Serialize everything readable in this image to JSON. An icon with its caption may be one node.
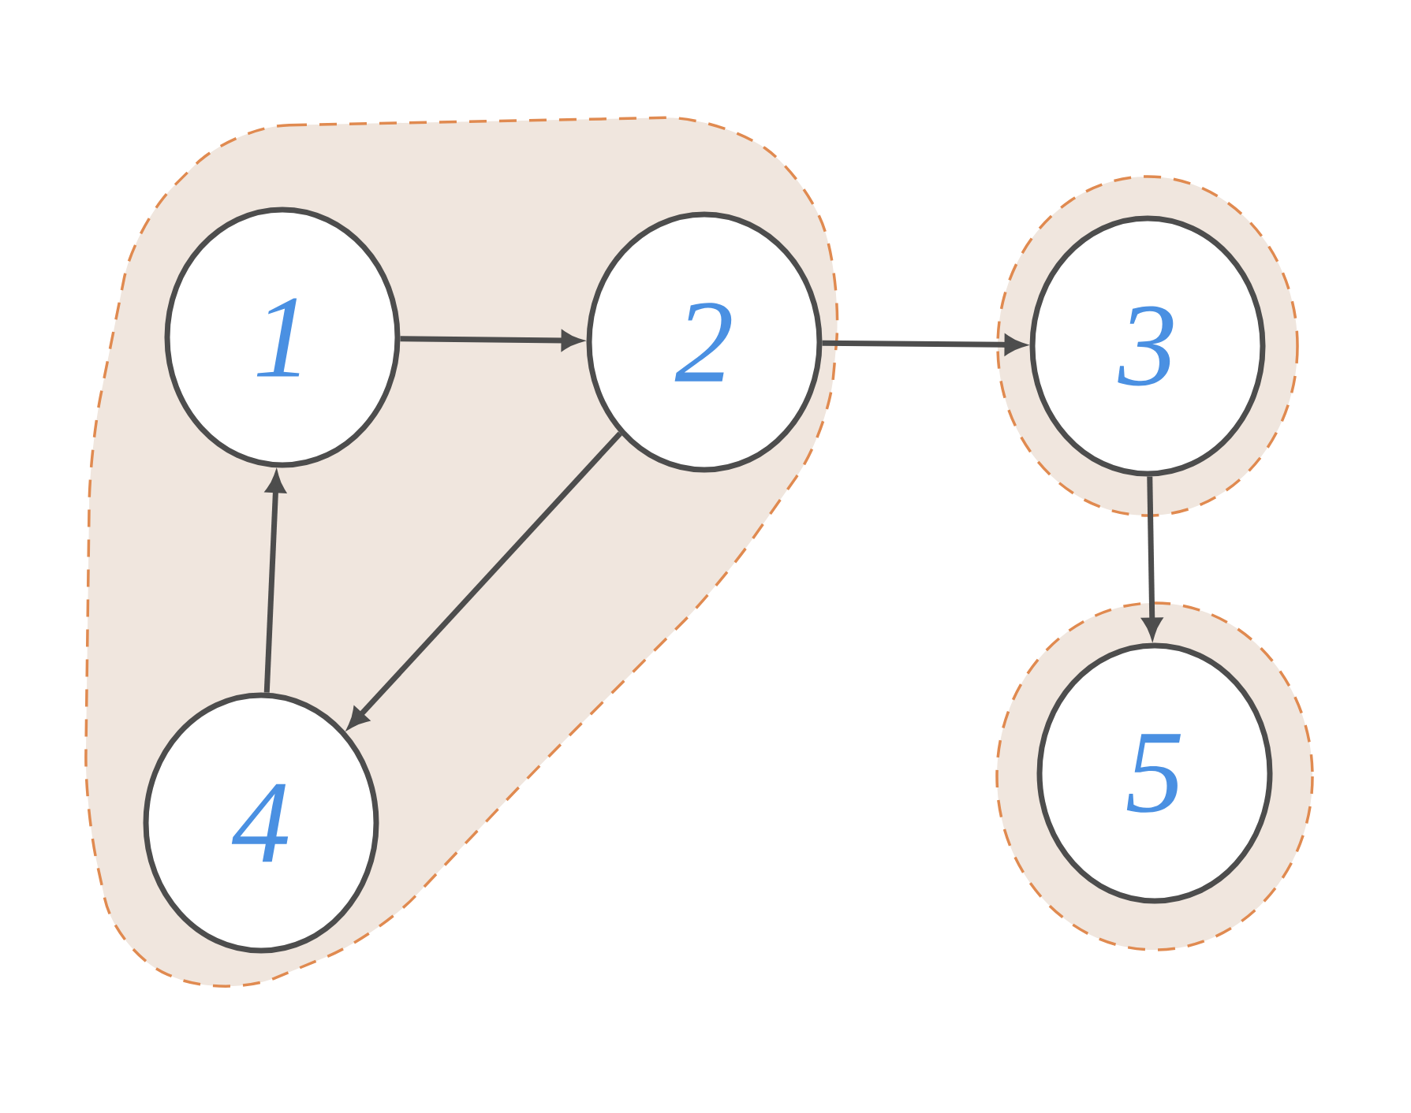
{
  "diagram": {
    "nodes": [
      {
        "text": [],
        "shape": "blob"
      },
      {
        "text": [
          "1"
        ],
        "in": 0
      },
      {
        "text": [
          "2"
        ],
        "in": 0
      },
      {
        "text": [
          "4"
        ],
        "in": 0
      },
      {
        "text": [],
        "shape": "blob"
      },
      {
        "text": [
          "3"
        ],
        "in": 4
      },
      {
        "text": [],
        "shape": "blob"
      },
      {
        "text": [
          "5"
        ],
        "in": 6
      }
    ],
    "edges": [
      {
        "from": 1,
        "to": 2,
        "arrow": "to"
      },
      {
        "from": 2,
        "to": 5,
        "arrow": "to"
      },
      {
        "from": 2,
        "to": 3,
        "arrow": "to"
      },
      {
        "from": 3,
        "to": 1,
        "arrow": "to"
      },
      {
        "from": 5,
        "to": 7,
        "arrow": "to"
      }
    ]
  }
}
